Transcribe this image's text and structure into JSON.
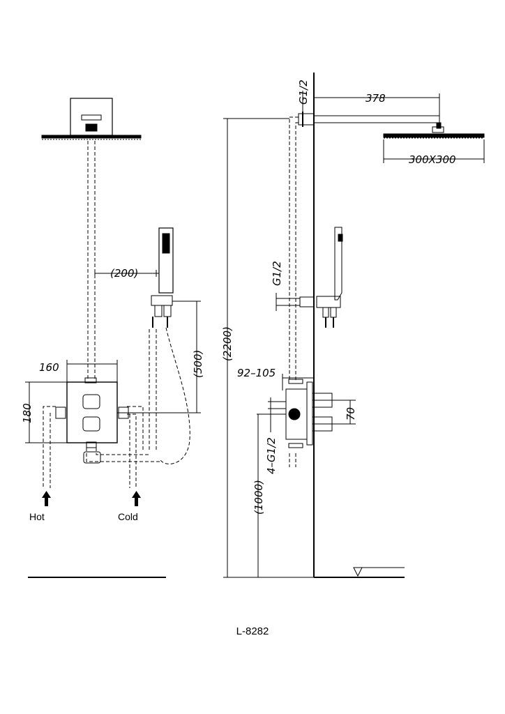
{
  "model": "L-8282",
  "labels": {
    "hot": "Hot",
    "cold": "Cold"
  },
  "dimensions": {
    "front_handshower_offset": "(200)",
    "front_mixer_width": "160",
    "front_mixer_height": "180",
    "front_hose_drop": "(500)",
    "side_arm_length": "378",
    "side_head_size": "300X300",
    "side_total_height": "(2200)",
    "side_wall_depth": "92–105",
    "side_mixer_spacing": "70",
    "side_mixer_height": "(1000)",
    "side_top_thread": "G1/2",
    "side_hand_thread": "G1/2",
    "side_mixer_threads": "4–G1/2"
  }
}
